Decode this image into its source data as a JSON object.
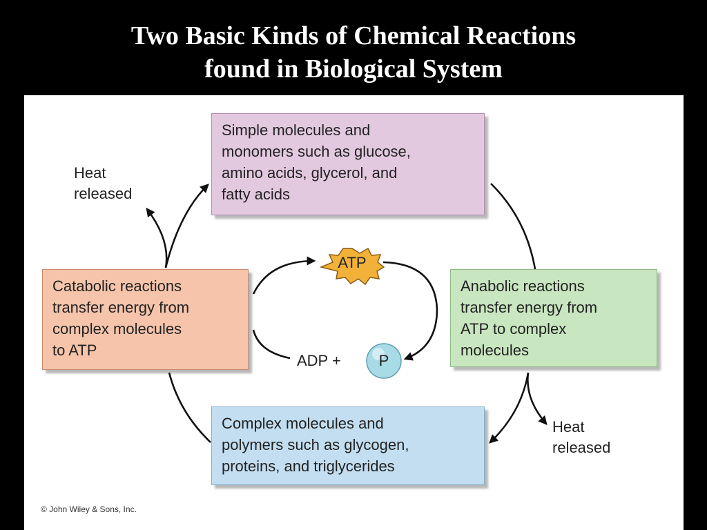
{
  "title": {
    "line1": "Two Basic Kinds of Chemical Reactions",
    "line2": "found in Biological System"
  },
  "diagram": {
    "simple_molecules": {
      "lines": [
        "Simple molecules and",
        "monomers such as glucose,",
        "amino acids, glycerol, and",
        "fatty acids"
      ]
    },
    "catabolic": {
      "lines": [
        "Catabolic reactions",
        "transfer energy from",
        "complex molecules",
        "to ATP"
      ]
    },
    "anabolic": {
      "lines": [
        "Anabolic reactions",
        "transfer energy from",
        "ATP to complex",
        "molecules"
      ]
    },
    "complex_molecules": {
      "lines": [
        "Complex molecules and",
        "polymers such as glycogen,",
        "proteins, and triglycerides"
      ]
    },
    "heat_left": {
      "lines": [
        "Heat",
        "released"
      ]
    },
    "heat_right": {
      "lines": [
        "Heat",
        "released"
      ]
    },
    "atp": "ATP",
    "adp_plus": "ADP +",
    "phosphate": "P",
    "colors": {
      "simple_box": "#e3c9e0",
      "catabolic_box": "#f5c4aa",
      "anabolic_box": "#c8e6bf",
      "complex_box": "#c2def0",
      "atp_burst": "#f2b23a",
      "phosphate_circle": "#a9dbe6"
    }
  },
  "copyright": "© John Wiley & Sons, Inc."
}
